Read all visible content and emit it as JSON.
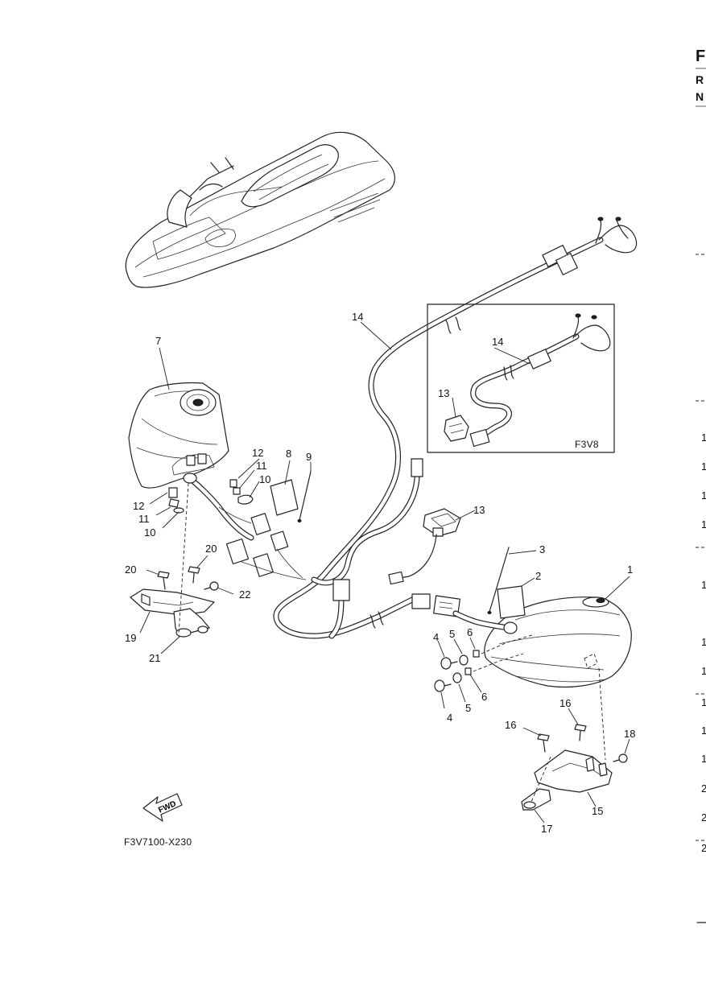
{
  "header": {
    "letter": "F",
    "line_r": "R",
    "line_n": "N"
  },
  "diagram_code": "F3V7100-X230",
  "fwd_label": "FWD",
  "inset_code": "F3V8",
  "right_edge_fragments": [
    "1",
    "1",
    "1",
    "1",
    "1",
    "1",
    "1",
    "1",
    "1",
    "1",
    "2",
    "2",
    "2"
  ],
  "callouts": {
    "c1": "1",
    "c2": "2",
    "c3": "3",
    "c4a": "4",
    "c4b": "4",
    "c5a": "5",
    "c5b": "5",
    "c6a": "6",
    "c6b": "6",
    "c7": "7",
    "c8": "8",
    "c9": "9",
    "c10a": "10",
    "c10b": "10",
    "c11a": "11",
    "c11b": "11",
    "c12a": "12",
    "c12b": "12",
    "c13": "13",
    "c13i": "13",
    "c14": "14",
    "c14i": "14",
    "c15": "15",
    "c16a": "16",
    "c16b": "16",
    "c17": "17",
    "c18": "18",
    "c19": "19",
    "c20a": "20",
    "c20b": "20",
    "c21": "21",
    "c22": "22"
  }
}
